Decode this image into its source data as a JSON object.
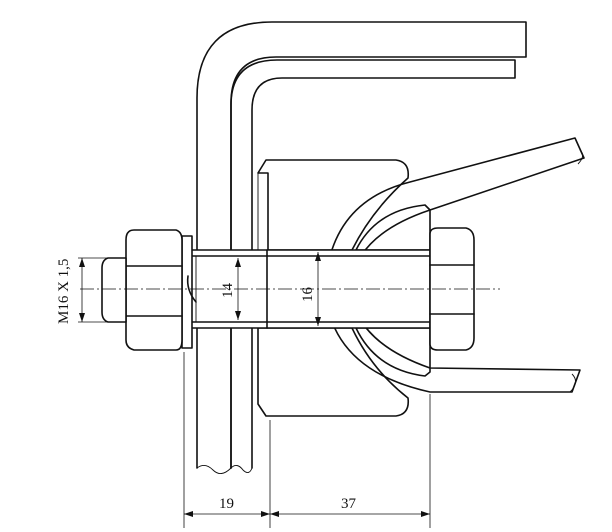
{
  "labels": {
    "thread": "M16 X 1,5",
    "dia_small": "14",
    "dia_large": "16",
    "len_a": "19",
    "len_b": "37"
  }
}
